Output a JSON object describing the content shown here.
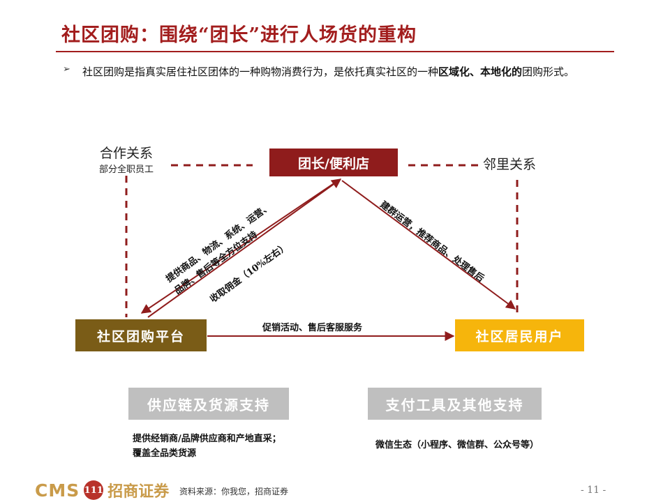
{
  "title": "社区团购：围绕“团长”进行人场货的重构",
  "bullet": {
    "text_plain": "社区团购是指真实居住社区团体的一种购物消费行为，是依托真实社区的一种",
    "text_bold": "区域化、本地化的",
    "text_tail": "团购形式。"
  },
  "nodes": {
    "leader": "团长/便利店",
    "platform": "社区团购平台",
    "resident": "社区居民用户"
  },
  "relations": {
    "cooperation": "合作关系",
    "cooperation_note": "部分全职员工",
    "neighborhood": "邻里关系"
  },
  "edges": {
    "platform_to_leader_line1": "提供商品、物流、系统、运营、",
    "platform_to_leader_line2": "品牌、售后等全方位支持",
    "leader_to_platform": "收取佣金（10%左右）",
    "leader_to_resident": "建群运营，推荐商品、处理售后",
    "platform_to_resident": "促销活动、售后客服服务"
  },
  "supports": {
    "supply_title": "供应链及货源支持",
    "supply_line1": "提供经销商/品牌供应商和产地直采；",
    "supply_line2": "覆盖全品类货源",
    "pay_title": "支付工具及其他支持",
    "pay_caption": "微信生态（小程序、微信群、公众号等）"
  },
  "footer": {
    "logo_text": "CMS",
    "logo_seal": "111",
    "brand": "招商证券",
    "source": "资料来源：你我您，招商证券",
    "page": "- 11 -"
  },
  "colors": {
    "title": "#a21d1d",
    "leader_box": "#8f1c1c",
    "platform_box": "#7a5c17",
    "resident_box": "#f6b50c",
    "support_box": "#bfbfbf",
    "arrow": "#8f1c1c"
  }
}
